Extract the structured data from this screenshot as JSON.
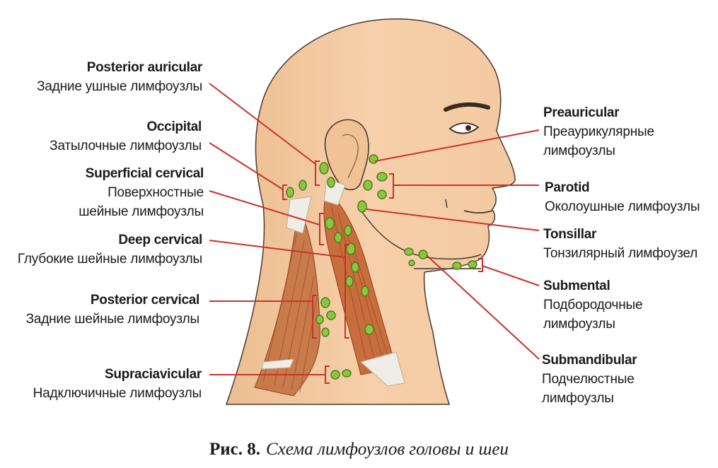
{
  "labels": {
    "posterior_auricular": {
      "en": "Posterior auricular",
      "ru": "Задние ушные лимфоузлы"
    },
    "occipital": {
      "en": "Occipital",
      "ru": "Затылочные лимфоузлы"
    },
    "superficial_cervical": {
      "en": "Superficial cervical",
      "ru1": "Поверхностные",
      "ru2": "шейные лимфоузлы"
    },
    "deep_cervical": {
      "en": "Deep cervical",
      "ru": "Глубокие шейные лимфоузлы"
    },
    "posterior_cervical": {
      "en": "Posterior cervical",
      "ru": "Задние шейные лимфоузлы"
    },
    "supraclavicular": {
      "en": "Supraciavicular",
      "ru": "Надключичные лимфоузлы"
    },
    "preauricular": {
      "en": "Preauricular",
      "ru1": "Преаурикулярные",
      "ru2": "лимфоузлы"
    },
    "parotid": {
      "en": "Parotid",
      "ru": "Околоушные лимфоузлы"
    },
    "tonsillar": {
      "en": "Tonsillar",
      "ru": "Тонзилярный лимфоузел"
    },
    "submental": {
      "en": "Submental",
      "ru1": "Подбородочные",
      "ru2": "лимфоузлы"
    },
    "submandibular": {
      "en": "Submandibular",
      "ru1": "Подчелюстные",
      "ru2": "лимфоузлы"
    }
  },
  "caption": {
    "number": "Рис. 8.",
    "text": "Схема лимфоузлов головы и шеи"
  },
  "colors": {
    "skin": "#f3c9a0",
    "skin_shadow": "#e2ae80",
    "outline": "#4a3a30",
    "muscle": "#b8643a",
    "muscle_light": "#d88a5a",
    "node": "#8cc63f",
    "node_dark": "#4f7d1c",
    "leader_line": "#c8332b",
    "bone": "#f0ece6"
  }
}
